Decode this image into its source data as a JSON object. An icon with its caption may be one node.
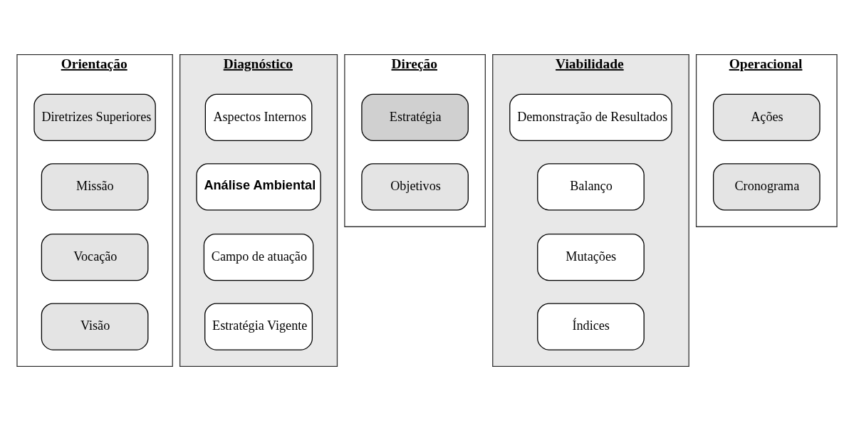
{
  "diagram": {
    "nodes": [
      {
        "text": [
          "Orientação"
        ]
      },
      {
        "text": [
          "Diretrizes Superiores"
        ],
        "in": 0
      },
      {
        "text": [
          "Missão"
        ],
        "in": 0
      },
      {
        "text": [
          "Vocação"
        ],
        "in": 0
      },
      {
        "text": [
          "Visão"
        ],
        "in": 0
      },
      {
        "text": [
          "Diagnóstico"
        ]
      },
      {
        "text": [
          "Aspectos Internos"
        ],
        "in": 5
      },
      {
        "text": [
          "Análise Ambiental"
        ],
        "in": 5
      },
      {
        "text": [
          "Campo de atuação"
        ],
        "in": 5
      },
      {
        "text": [
          "Estratégia Vigente"
        ],
        "in": 5
      },
      {
        "text": [
          "Direção"
        ]
      },
      {
        "text": [
          "Estratégia"
        ],
        "in": 10
      },
      {
        "text": [
          "Objetivos"
        ],
        "in": 10
      },
      {
        "text": [
          "Viabilidade"
        ]
      },
      {
        "text": [
          "Demonstração de Resultados"
        ],
        "in": 13
      },
      {
        "text": [
          "Balanço"
        ],
        "in": 13
      },
      {
        "text": [
          "Mutações"
        ],
        "in": 13
      },
      {
        "text": [
          "Índices"
        ],
        "in": 13
      },
      {
        "text": [
          "Operacional"
        ]
      },
      {
        "text": [
          "Ações"
        ],
        "in": 18
      },
      {
        "text": [
          "Cronograma"
        ],
        "in": 18
      }
    ],
    "edges": []
  }
}
